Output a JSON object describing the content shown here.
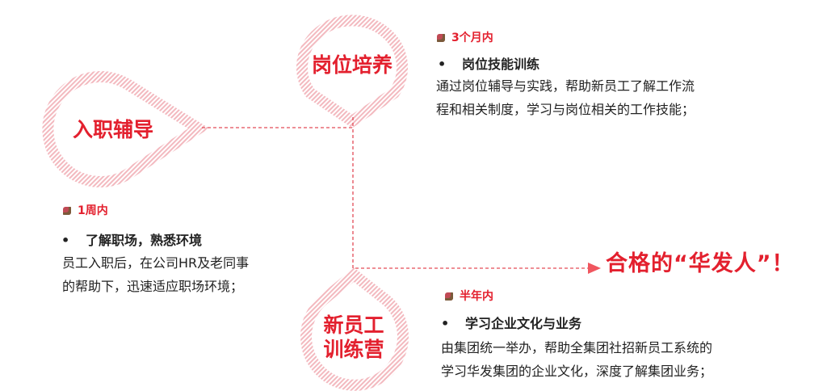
{
  "colors": {
    "accent": "#e3202e",
    "ring": "#f3b9bf",
    "dash": "#e34c57"
  },
  "stages": [
    {
      "title": "入职辅导",
      "period": "1周内",
      "heading": "了解职场，熟悉环境",
      "lines": [
        "员工入职后，在公司HR及老同事",
        "的帮助下，迅速适应职场环境；"
      ]
    },
    {
      "title": "岗位培养",
      "period": "3个月内",
      "heading": "岗位技能训练",
      "lines": [
        "通过岗位辅导与实践，帮助新员工了解工作流",
        "程和相关制度，学习与岗位相关的工作技能；"
      ]
    },
    {
      "title_line1": "新员工",
      "title_line2": "训练营",
      "period": "半年内",
      "heading": "学习企业文化与业务",
      "lines": [
        "由集团统一举办，帮助全集团社招新员工系统的",
        "学习华发集团的企业文化，深度了解集团业务；"
      ]
    }
  ],
  "bullet": "•",
  "goal": "合格的“华发人”！"
}
